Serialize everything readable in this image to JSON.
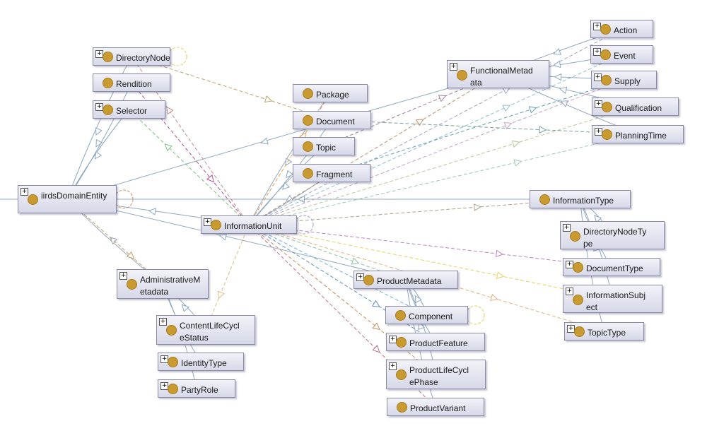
{
  "nodes": [
    {
      "id": "iirdsDomainEntity",
      "label": "iirdsDomainEntity",
      "expandable": true
    },
    {
      "id": "DirectoryNode",
      "label": "DirectoryNode",
      "expandable": true
    },
    {
      "id": "Rendition",
      "label": "Rendition",
      "expandable": false
    },
    {
      "id": "Selector",
      "label": "Selector",
      "expandable": true
    },
    {
      "id": "InformationUnit",
      "label": "InformationUnit",
      "expandable": true
    },
    {
      "id": "Package",
      "label": "Package",
      "expandable": false
    },
    {
      "id": "Document",
      "label": "Document",
      "expandable": false
    },
    {
      "id": "Topic",
      "label": "Topic",
      "expandable": false
    },
    {
      "id": "Fragment",
      "label": "Fragment",
      "expandable": false
    },
    {
      "id": "AdministrativeMetadata",
      "label": "AdministrativeM\netadata",
      "expandable": true
    },
    {
      "id": "ContentLifeCycleStatus",
      "label": "ContentLifeCycl\neStatus",
      "expandable": true
    },
    {
      "id": "IdentityType",
      "label": "IdentityType",
      "expandable": true
    },
    {
      "id": "PartyRole",
      "label": "PartyRole",
      "expandable": true
    },
    {
      "id": "FunctionalMetadata",
      "label": "FunctionalMetad\nata",
      "expandable": true
    },
    {
      "id": "Action",
      "label": "Action",
      "expandable": true
    },
    {
      "id": "Event",
      "label": "Event",
      "expandable": true
    },
    {
      "id": "Supply",
      "label": "Supply",
      "expandable": true
    },
    {
      "id": "Qualification",
      "label": "Qualification",
      "expandable": true
    },
    {
      "id": "PlanningTime",
      "label": "PlanningTime",
      "expandable": true
    },
    {
      "id": "InformationType",
      "label": "InformationType",
      "expandable": false
    },
    {
      "id": "DirectoryNodeType",
      "label": "DirectoryNodeTy\npe",
      "expandable": true
    },
    {
      "id": "DocumentType",
      "label": "DocumentType",
      "expandable": true
    },
    {
      "id": "InformationSubject",
      "label": "InformationSubj\nect",
      "expandable": true
    },
    {
      "id": "TopicType",
      "label": "TopicType",
      "expandable": true
    },
    {
      "id": "ProductMetadata",
      "label": "ProductMetadata",
      "expandable": true
    },
    {
      "id": "Component",
      "label": "Component",
      "expandable": false
    },
    {
      "id": "ProductFeature",
      "label": "ProductFeature",
      "expandable": true
    },
    {
      "id": "ProductLifeCyclePhase",
      "label": "ProductLifeCycl\nePhase",
      "expandable": true
    },
    {
      "id": "ProductVariant",
      "label": "ProductVariant",
      "expandable": false
    }
  ],
  "subclass_edges": [
    [
      "DirectoryNode",
      "iirdsDomainEntity"
    ],
    [
      "Rendition",
      "iirdsDomainEntity"
    ],
    [
      "Selector",
      "iirdsDomainEntity"
    ],
    [
      "InformationUnit",
      "iirdsDomainEntity"
    ],
    [
      "AdministrativeMetadata",
      "iirdsDomainEntity"
    ],
    [
      "InformationType",
      "iirdsDomainEntity"
    ],
    [
      "FunctionalMetadata",
      "iirdsDomainEntity"
    ],
    [
      "ProductMetadata",
      "iirdsDomainEntity"
    ],
    [
      "Package",
      "InformationUnit"
    ],
    [
      "Document",
      "InformationUnit"
    ],
    [
      "Topic",
      "InformationUnit"
    ],
    [
      "Fragment",
      "InformationUnit"
    ],
    [
      "Action",
      "FunctionalMetadata"
    ],
    [
      "Event",
      "FunctionalMetadata"
    ],
    [
      "Supply",
      "FunctionalMetadata"
    ],
    [
      "Qualification",
      "FunctionalMetadata"
    ],
    [
      "PlanningTime",
      "FunctionalMetadata"
    ],
    [
      "DirectoryNodeType",
      "InformationType"
    ],
    [
      "DocumentType",
      "InformationType"
    ],
    [
      "InformationSubject",
      "InformationType"
    ],
    [
      "TopicType",
      "InformationType"
    ],
    [
      "Component",
      "ProductMetadata"
    ],
    [
      "ProductFeature",
      "ProductMetadata"
    ],
    [
      "ProductLifeCyclePhase",
      "ProductMetadata"
    ],
    [
      "ProductVariant",
      "ProductMetadata"
    ],
    [
      "ContentLifeCycleStatus",
      "AdministrativeMetadata"
    ],
    [
      "IdentityType",
      "AdministrativeMetadata"
    ],
    [
      "PartyRole",
      "AdministrativeMetadata"
    ]
  ],
  "property_edges": [
    [
      "InformationUnit",
      "Action",
      "#9fa8c8"
    ],
    [
      "InformationUnit",
      "Event",
      "#8fbfd0"
    ],
    [
      "InformationUnit",
      "Supply",
      "#c7a0c7"
    ],
    [
      "InformationUnit",
      "Qualification",
      "#b7c79a"
    ],
    [
      "InformationUnit",
      "PlanningTime",
      "#9ec9b2"
    ],
    [
      "InformationUnit",
      "FunctionalMetadata",
      "#c0906a"
    ],
    [
      "InformationUnit",
      "InformationType",
      "#b0a090"
    ],
    [
      "InformationUnit",
      "DocumentType",
      "#c080c0"
    ],
    [
      "InformationUnit",
      "InformationSubject",
      "#e8d060"
    ],
    [
      "InformationUnit",
      "TopicType",
      "#e0b080"
    ],
    [
      "InformationUnit",
      "ProductMetadata",
      "#8fbfa0"
    ],
    [
      "InformationUnit",
      "Component",
      "#70b0e0"
    ],
    [
      "InformationUnit",
      "ProductFeature",
      "#6090c0"
    ],
    [
      "InformationUnit",
      "ProductLifeCyclePhase",
      "#c09060"
    ],
    [
      "InformationUnit",
      "ProductVariant",
      "#c07090"
    ],
    [
      "InformationUnit",
      "ContentLifeCycleStatus",
      "#d8c080"
    ],
    [
      "InformationUnit",
      "DirectoryNode",
      "#c09090"
    ],
    [
      "InformationUnit",
      "Package",
      "#e0a050"
    ],
    [
      "InformationUnit",
      "Selector",
      "#80c080"
    ],
    [
      "Rendition",
      "InformationUnit",
      "#b05090"
    ],
    [
      "DirectoryNode",
      "Document",
      "#c0a070"
    ],
    [
      "iirdsDomainEntity",
      "AdministrativeMetadata",
      "#c0a060"
    ],
    [
      "Document",
      "PlanningTime",
      "#7aa0a0"
    ],
    [
      "Topic",
      "FunctionalMetadata",
      "#a080a0"
    ],
    [
      "Fragment",
      "Supply",
      "#60a0b0"
    ]
  ],
  "self_loops": [
    [
      "DirectoryNode",
      "#e8d060"
    ],
    [
      "iirdsDomainEntity",
      "#d09070"
    ],
    [
      "InformationUnit",
      "#a0a0c0"
    ],
    [
      "Component",
      "#e8d060"
    ]
  ]
}
